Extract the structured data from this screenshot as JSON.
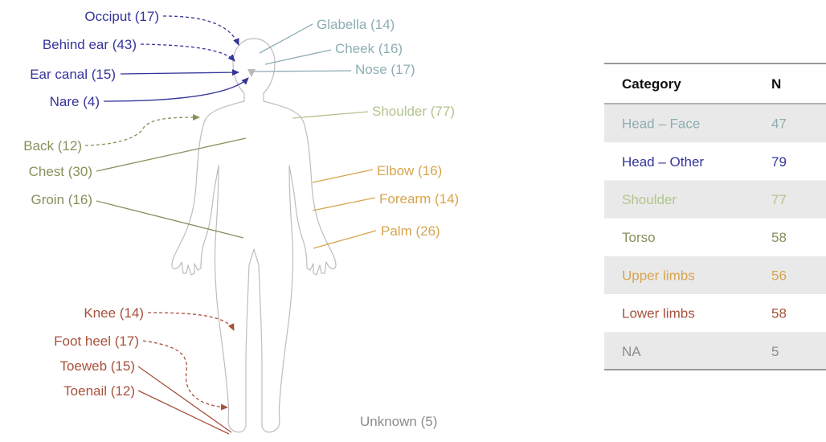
{
  "colors": {
    "head_face": "#8eadb3",
    "head_other": "#34349a",
    "shoulder": "#b2c48c",
    "torso": "#8a8f5c",
    "upper_limbs": "#d7a54e",
    "lower_limbs": "#a7513b",
    "na": "#8c8c8c",
    "body_outline": "#bdbdbd",
    "row_shade": "#e9e9e9",
    "rule": "#999999"
  },
  "labels": {
    "occiput": "Occiput (17)",
    "behind_ear": "Behind ear (43)",
    "ear_canal": "Ear canal (15)",
    "nare": "Nare (4)",
    "glabella": "Glabella (14)",
    "cheek": "Cheek (16)",
    "nose": "Nose (17)",
    "shoulder": "Shoulder (77)",
    "back": "Back (12)",
    "chest": "Chest (30)",
    "groin": "Groin (16)",
    "elbow": "Elbow (16)",
    "forearm": "Forearm (14)",
    "palm": "Palm (26)",
    "knee": "Knee (14)",
    "foot_heel": "Foot heel (17)",
    "toeweb": "Toeweb (15)",
    "toenail": "Toenail (12)",
    "unknown": "Unknown (5)"
  },
  "table": {
    "headers": {
      "category": "Category",
      "n": "N"
    },
    "rows": [
      {
        "category": "Head – Face",
        "n": "47"
      },
      {
        "category": "Head – Other",
        "n": "79"
      },
      {
        "category": "Shoulder",
        "n": "77"
      },
      {
        "category": "Torso",
        "n": "58"
      },
      {
        "category": "Upper limbs",
        "n": "56"
      },
      {
        "category": "Lower limbs",
        "n": "58"
      },
      {
        "category": "NA",
        "n": "5"
      }
    ]
  }
}
